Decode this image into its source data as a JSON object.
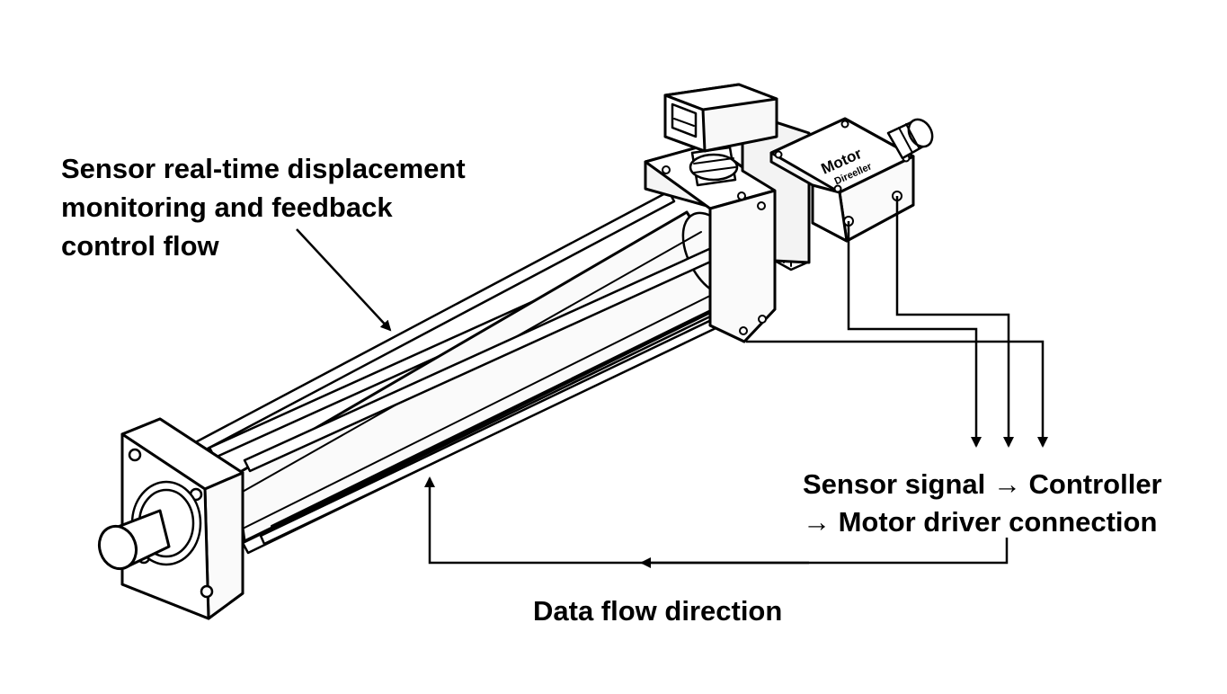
{
  "diagram": {
    "callouts": {
      "sensor_monitoring": [
        "Sensor real-time displacement",
        "monitoring and feedback",
        "control flow"
      ],
      "signal_path": [
        "Sensor signal → Controller",
        "→ Motor driver connection"
      ],
      "data_flow": "Data flow direction"
    },
    "driver_box": {
      "label_line1": "Motor",
      "label_line2": "Direeller"
    },
    "colors": {
      "ink": "#000000",
      "paper": "#ffffff",
      "body_fill": "#f7f7f7"
    }
  }
}
